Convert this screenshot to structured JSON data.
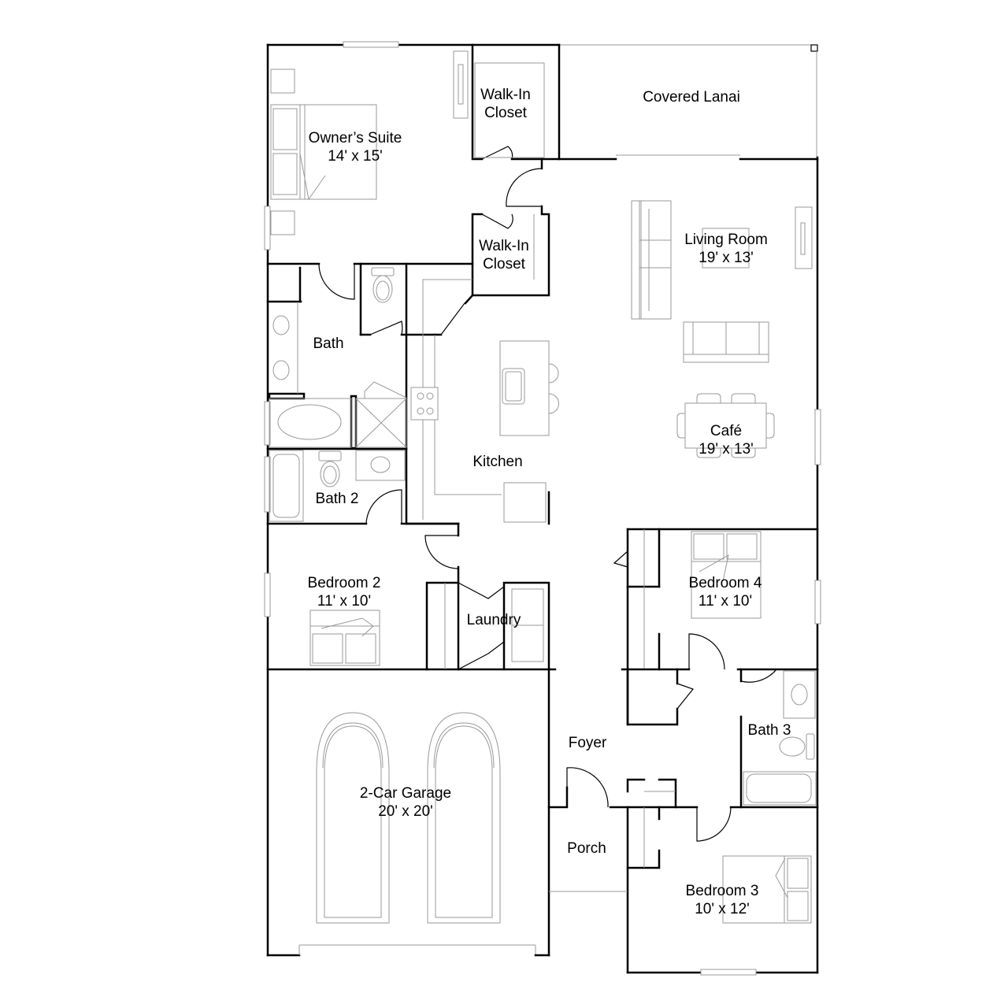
{
  "floorplan": {
    "rooms": [
      {
        "id": "owners-suite",
        "name": "Owner’s Suite",
        "dims": "14' x 15'"
      },
      {
        "id": "walkin-closet-1",
        "name": "Walk-In",
        "name2": "Closet"
      },
      {
        "id": "covered-lanai",
        "name": "Covered Lanai"
      },
      {
        "id": "walkin-closet-2",
        "name": "Walk-In",
        "name2": "Closet"
      },
      {
        "id": "living-room",
        "name": "Living Room",
        "dims": "19' x 13'"
      },
      {
        "id": "bath",
        "name": "Bath"
      },
      {
        "id": "kitchen",
        "name": "Kitchen"
      },
      {
        "id": "cafe",
        "name": "Café",
        "dims": "19' x 13'"
      },
      {
        "id": "bath-2",
        "name": "Bath 2"
      },
      {
        "id": "bedroom-2",
        "name": "Bedroom 2",
        "dims": "11' x 10'"
      },
      {
        "id": "laundry",
        "name": "Laundry"
      },
      {
        "id": "bedroom-4",
        "name": "Bedroom 4",
        "dims": "11' x 10'"
      },
      {
        "id": "bath-3",
        "name": "Bath 3"
      },
      {
        "id": "foyer",
        "name": "Foyer"
      },
      {
        "id": "garage",
        "name": "2-Car Garage",
        "dims": "20' x 20'"
      },
      {
        "id": "porch",
        "name": "Porch"
      },
      {
        "id": "bedroom-3",
        "name": "Bedroom 3",
        "dims": "10' x 12'"
      }
    ]
  }
}
